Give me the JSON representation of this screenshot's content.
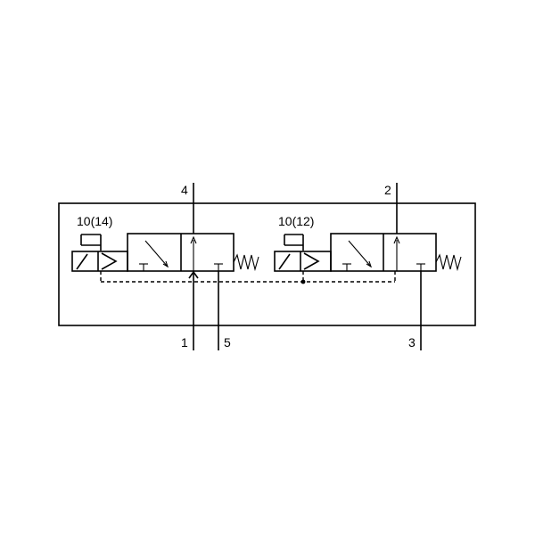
{
  "ports": {
    "port_4": "4",
    "port_2": "2",
    "port_1": "1",
    "port_5": "5",
    "port_3": "3"
  },
  "pilots": {
    "left": "10(14)",
    "right": "10(12)"
  }
}
